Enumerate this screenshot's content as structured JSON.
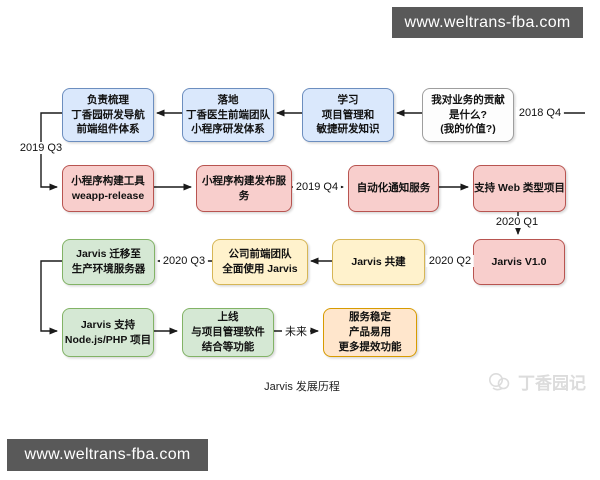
{
  "banner_top": {
    "text": "www.weltrans-fba.com"
  },
  "banner_bottom": {
    "text": "www.weltrans-fba.com"
  },
  "caption": "Jarvis 发展历程",
  "watermark": {
    "text": "丁香园记",
    "icon": "dxy-logo"
  },
  "colors": {
    "banner_bg": "#595959",
    "banner_text": "#ffffff",
    "node_blue": "#dae8fc",
    "node_blue_border": "#6c8ebf",
    "node_pink": "#f8cecc",
    "node_pink_border": "#b85450",
    "node_green": "#d5e8d4",
    "node_green_border": "#82b366",
    "node_yellow": "#fff2cc",
    "node_yellow_border": "#d6b656",
    "node_orange": "#ffe6cc",
    "node_orange_border": "#d79b00",
    "node_white": "#fdfdfd",
    "node_white_border": "#9e9e9e",
    "watermark_text": "#dcdcdc",
    "connector": "#1a1a1a"
  },
  "flow": {
    "nodes": [
      {
        "id": "component-system",
        "style": "blue",
        "text": "负责梳理\n丁香园研发导航\n前端组件体系"
      },
      {
        "id": "landing-dxy-doctor",
        "style": "blue",
        "text": "落地\n丁香医生前端团队\n小程序研发体系"
      },
      {
        "id": "learn-pm-agile",
        "style": "blue",
        "text": "学习\n项目管理和\n敏捷研发知识"
      },
      {
        "id": "business-contribution",
        "style": "white",
        "text": "我对业务的贡献\n是什么?\n(我的价值?)"
      },
      {
        "id": "weapp-release",
        "style": "pink",
        "text": "小程序构建工具\nweapp-release"
      },
      {
        "id": "miniapp-build-service",
        "style": "pink",
        "text": "小程序构建发布服务"
      },
      {
        "id": "auto-notify-service",
        "style": "pink",
        "text": "自动化通知服务"
      },
      {
        "id": "web-project-support",
        "style": "pink",
        "text": "支持 Web 类型项目"
      },
      {
        "id": "jarvis-migration",
        "style": "green",
        "text": "Jarvis 迁移至\n生产环境服务器"
      },
      {
        "id": "company-adoption",
        "style": "yellow",
        "text": "公司前端团队\n全面使用 Jarvis"
      },
      {
        "id": "jarvis-cocreation",
        "style": "yellow",
        "text": "Jarvis 共建"
      },
      {
        "id": "jarvis-v1",
        "style": "pink",
        "text": "Jarvis V1.0"
      },
      {
        "id": "nodejs-php-support",
        "style": "green",
        "text": "Jarvis 支持\nNode.js/PHP 项目"
      },
      {
        "id": "pm-software-integration",
        "style": "green",
        "text": "上线\n与项目管理软件\n结合等功能"
      },
      {
        "id": "future-goals",
        "style": "orange",
        "text": "服务稳定\n产品易用\n更多提效功能"
      }
    ],
    "labels": [
      {
        "id": "2018-q4",
        "text": "2018 Q4"
      },
      {
        "id": "2019-q3",
        "text": "2019 Q3"
      },
      {
        "id": "2019-q4",
        "text": "2019 Q4"
      },
      {
        "id": "2020-q1",
        "text": "2020 Q1"
      },
      {
        "id": "2020-q2",
        "text": "2020 Q2"
      },
      {
        "id": "2020-q3",
        "text": "2020 Q3"
      },
      {
        "id": "future",
        "text": "未来"
      }
    ]
  }
}
